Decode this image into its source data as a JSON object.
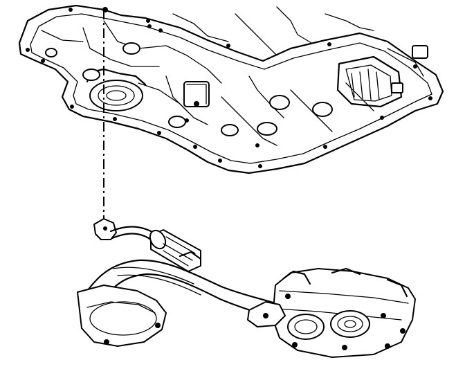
{
  "figure": {
    "kind": "exploded technical line drawing",
    "components": [
      {
        "id": "oil-pan-gasket-flange",
        "icon": "engine-block-underside-icon"
      },
      {
        "id": "oil-pump-pickup-tube",
        "icon": "pickup-tube-icon"
      },
      {
        "id": "pickup-screen",
        "icon": "pickup-screen-icon"
      },
      {
        "id": "oil-pump-assembly",
        "icon": "oil-pump-icon"
      },
      {
        "id": "alignment-centerline",
        "icon": "centerline-icon"
      }
    ],
    "colors": {
      "line": "#000000",
      "background": "#ffffff"
    }
  }
}
